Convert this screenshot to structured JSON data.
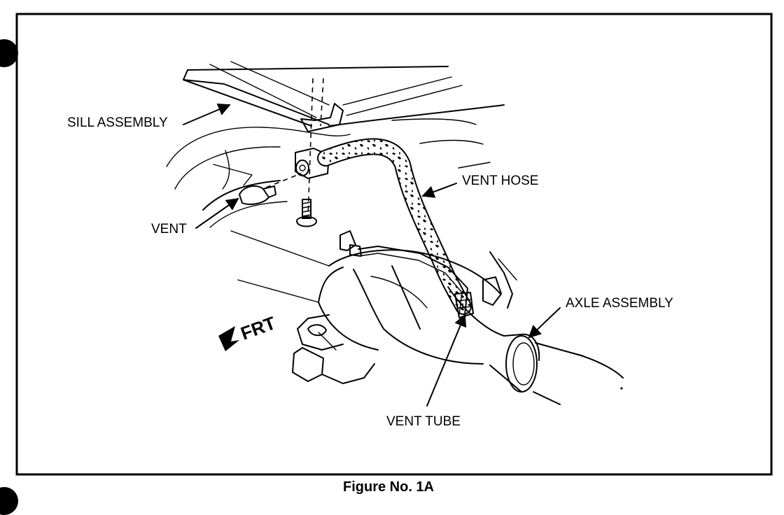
{
  "labels": {
    "sill_assembly": "SILL ASSEMBLY",
    "vent_hose": "VENT HOSE",
    "vent": "VENT",
    "axle_assembly": "AXLE ASSEMBLY",
    "frt": "FRT",
    "vent_tube": "VENT TUBE"
  },
  "caption": "Figure No. 1A"
}
